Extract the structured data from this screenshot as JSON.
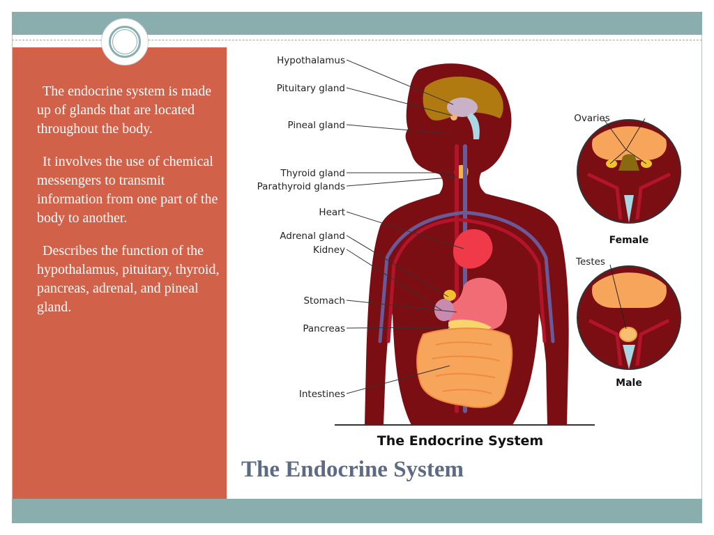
{
  "slide": {
    "title": "The Endocrine System",
    "bullets": [
      "The endocrine system is made up of glands that are located throughout the body.",
      "It involves the use of chemical messengers to transmit information from one part of the body to another.",
      "Describes the function of the hypothalamus, pituitary, thyroid, pancreas, adrenal, and pineal gland."
    ]
  },
  "diagram": {
    "title": "The Endocrine System",
    "labels": {
      "hypothalamus": "Hypothalamus",
      "pituitary": "Pituitary gland",
      "pineal": "Pineal gland",
      "thyroid": "Thyroid gland",
      "parathyroid": "Parathyroid glands",
      "heart": "Heart",
      "adrenal": "Adrenal gland",
      "kidney": "Kidney",
      "stomach": "Stomach",
      "pancreas": "Pancreas",
      "intestines": "Intestines",
      "ovaries": "Ovaries",
      "female": "Female",
      "testes": "Testes",
      "male": "Male"
    }
  },
  "colors": {
    "top_band": "#8aaeae",
    "left_panel": "#d2614a",
    "title_text": "#5d6a85",
    "body_silhouette": "#7a0e12",
    "brain": "#b07a10",
    "heart": "#f03a4a",
    "intestines": "#f7a55a",
    "vein": "#6a5a9a"
  }
}
